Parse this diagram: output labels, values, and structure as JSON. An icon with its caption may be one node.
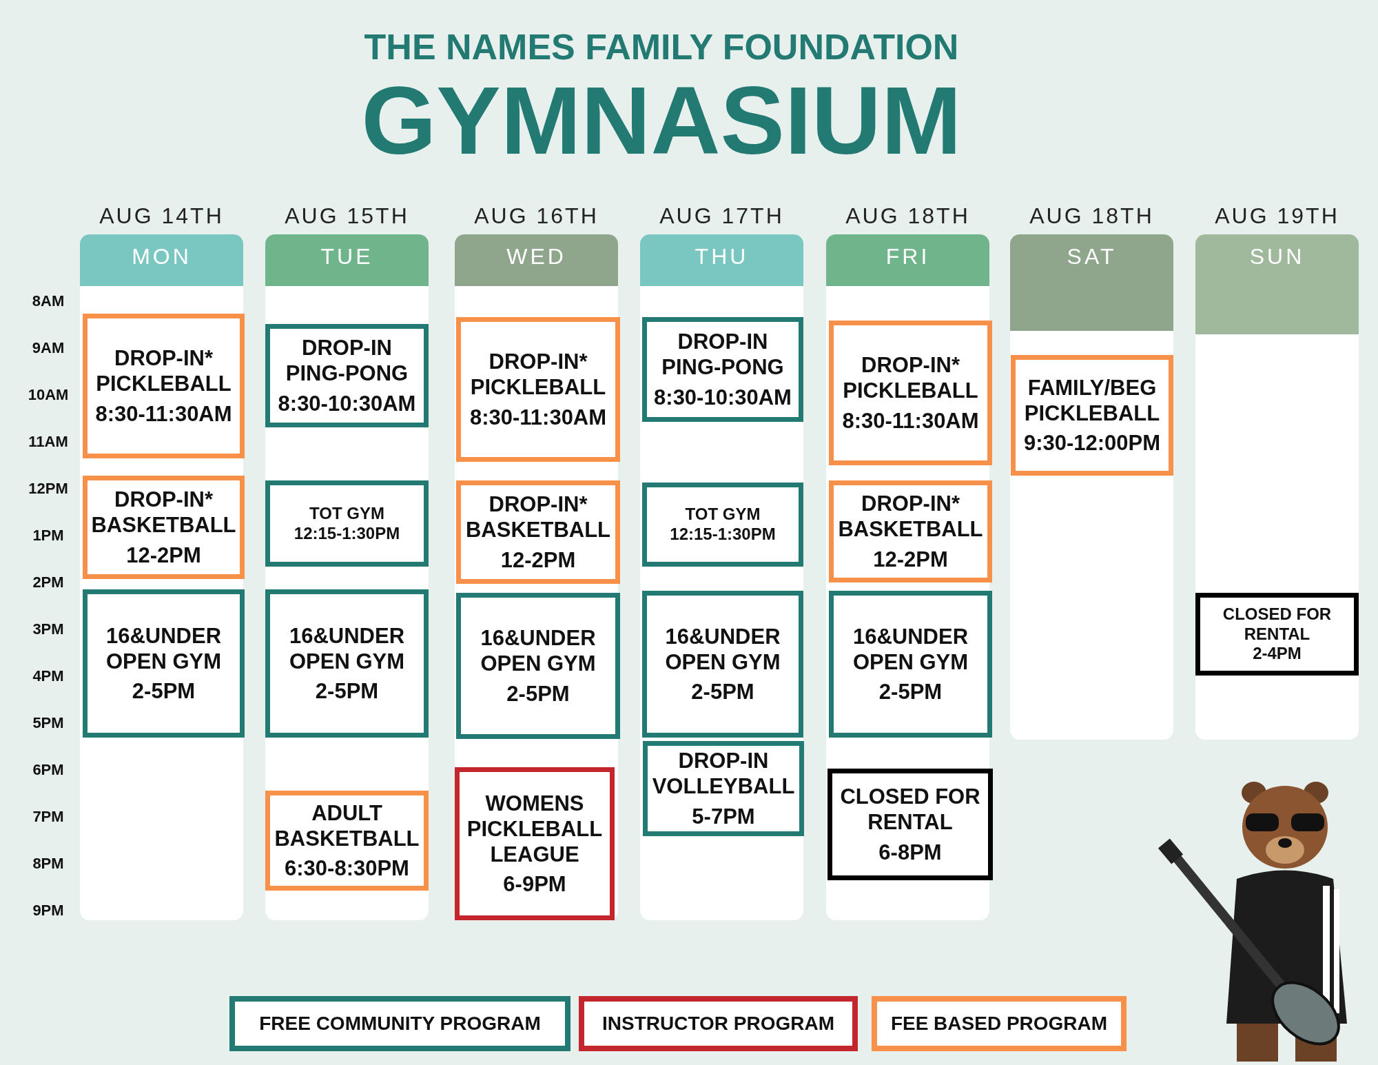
{
  "diagram": {
    "title": "THE NAMES FAMILY FOUNDATION GYMNASIUM",
    "nodes": [
      {
        "text": [
          "AUG 14TH",
          "MON"
        ]
      },
      {
        "text": [
          "DROP-IN* PICKLEBALL",
          "8:30-11:30AM"
        ],
        "in": 0
      },
      {
        "text": [
          "DROP-IN* BASKETBALL",
          "12-2PM"
        ],
        "in": 0
      },
      {
        "text": [
          "16&UNDER OPEN GYM",
          "2-5PM"
        ],
        "in": 0
      },
      {
        "text": [
          "AUG 15TH",
          "TUE"
        ]
      },
      {
        "text": [
          "DROP-IN PING-PONG",
          "8:30-10:30AM"
        ],
        "in": 4
      },
      {
        "text": [
          "TOT GYM",
          "12:15-1:30PM"
        ],
        "in": 4
      },
      {
        "text": [
          "16&UNDER OPEN GYM",
          "2-5PM"
        ],
        "in": 4
      },
      {
        "text": [
          "ADULT BASKETBALL",
          "6:30-8:30PM"
        ],
        "in": 4
      },
      {
        "text": [
          "AUG 16TH",
          "WED"
        ]
      },
      {
        "text": [
          "DROP-IN* PICKLEBALL",
          "8:30-11:30AM"
        ],
        "in": 9
      },
      {
        "text": [
          "DROP-IN* BASKETBALL",
          "12-2PM"
        ],
        "in": 9
      },
      {
        "text": [
          "16&UNDER OPEN GYM",
          "2-5PM"
        ],
        "in": 9
      },
      {
        "text": [
          "WOMENS PICKLEBALL LEAGUE",
          "6-9PM"
        ],
        "in": 9
      },
      {
        "text": [
          "AUG 17TH",
          "THU"
        ]
      },
      {
        "text": [
          "DROP-IN PING-PONG",
          "8:30-10:30AM"
        ],
        "in": 14
      },
      {
        "text": [
          "TOT GYM",
          "12:15-1:30PM"
        ],
        "in": 14
      },
      {
        "text": [
          "16&UNDER OPEN GYM",
          "2-5PM"
        ],
        "in": 14
      },
      {
        "text": [
          "DROP-IN VOLLEYBALL",
          "5-7PM"
        ],
        "in": 14
      },
      {
        "text": [
          "AUG 18TH",
          "FRI"
        ]
      },
      {
        "text": [
          "DROP-IN* PICKLEBALL",
          "8:30-11:30AM"
        ],
        "in": 19
      },
      {
        "text": [
          "DROP-IN* BASKETBALL",
          "12-2PM"
        ],
        "in": 19
      },
      {
        "text": [
          "16&UNDER OPEN GYM",
          "2-5PM"
        ],
        "in": 19
      },
      {
        "text": [
          "CLOSED FOR RENTAL",
          "6-8PM"
        ],
        "in": 19
      },
      {
        "text": [
          "AUG 18TH",
          "SAT"
        ]
      },
      {
        "text": [
          "FAMILY/BEG PICKLEBALL",
          "9:30-12:00PM"
        ],
        "in": 24
      },
      {
        "text": [
          "AUG 19TH",
          "SUN"
        ]
      },
      {
        "text": [
          "CLOSED FOR RENTAL",
          "2-4PM"
        ],
        "in": 26
      }
    ],
    "labels": [
      "8AM",
      "9AM",
      "10AM",
      "11AM",
      "12PM",
      "1PM",
      "2PM",
      "3PM",
      "4PM",
      "5PM",
      "6PM",
      "7PM",
      "8PM",
      "9PM"
    ],
    "legend": [
      {
        "text": "FREE COMMUNITY PROGRAM",
        "color": "#237a73"
      },
      {
        "text": "INSTRUCTOR PROGRAM",
        "color": "#c3262c"
      },
      {
        "text": "FEE BASED PROGRAM",
        "color": "#f79149"
      }
    ]
  }
}
